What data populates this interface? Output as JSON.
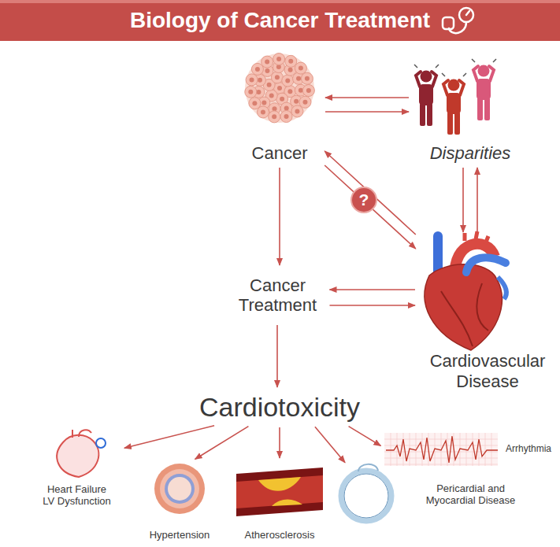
{
  "diagram": {
    "title": "Biology of Cancer Treatment",
    "nodes": [
      {
        "text": [
          "Cancer"
        ]
      },
      {
        "text": [
          "Disparities"
        ]
      },
      {
        "text": [
          "Cancer Treatment"
        ]
      },
      {
        "text": [
          "Cardiovascular Disease"
        ]
      },
      {
        "text": [
          "Cardiotoxicity"
        ]
      },
      {
        "text": [
          "Heart Failure LV Dysfunction"
        ]
      },
      {
        "text": [
          "Arrhythmia"
        ]
      },
      {
        "text": [
          "Hypertension"
        ]
      },
      {
        "text": [
          "Atherosclerosis"
        ]
      },
      {
        "text": [
          "Pericardial and Myocardial Disease"
        ]
      }
    ],
    "edges": [
      {
        "from": 1,
        "to": 0,
        "arrow": "to"
      },
      {
        "from": 0,
        "to": 1,
        "arrow": "to"
      },
      {
        "from": 3,
        "to": 1,
        "arrow": "to"
      },
      {
        "from": 1,
        "to": 3,
        "arrow": "to"
      },
      {
        "from": 3,
        "to": 0,
        "arrow": "to"
      },
      {
        "from": 0,
        "to": 3,
        "arrow": "to",
        "label": "?"
      },
      {
        "from": 0,
        "to": 2,
        "arrow": "to"
      },
      {
        "from": 3,
        "to": 2,
        "arrow": "to"
      },
      {
        "from": 2,
        "to": 3,
        "arrow": "to"
      },
      {
        "from": 2,
        "to": 4,
        "arrow": "to"
      },
      {
        "from": 4,
        "to": 5,
        "arrow": "to"
      },
      {
        "from": 4,
        "to": 7,
        "arrow": "to"
      },
      {
        "from": 4,
        "to": 8,
        "arrow": "to"
      },
      {
        "from": 4,
        "to": 9,
        "arrow": "to"
      },
      {
        "from": 4,
        "to": 6,
        "arrow": "to"
      }
    ]
  }
}
